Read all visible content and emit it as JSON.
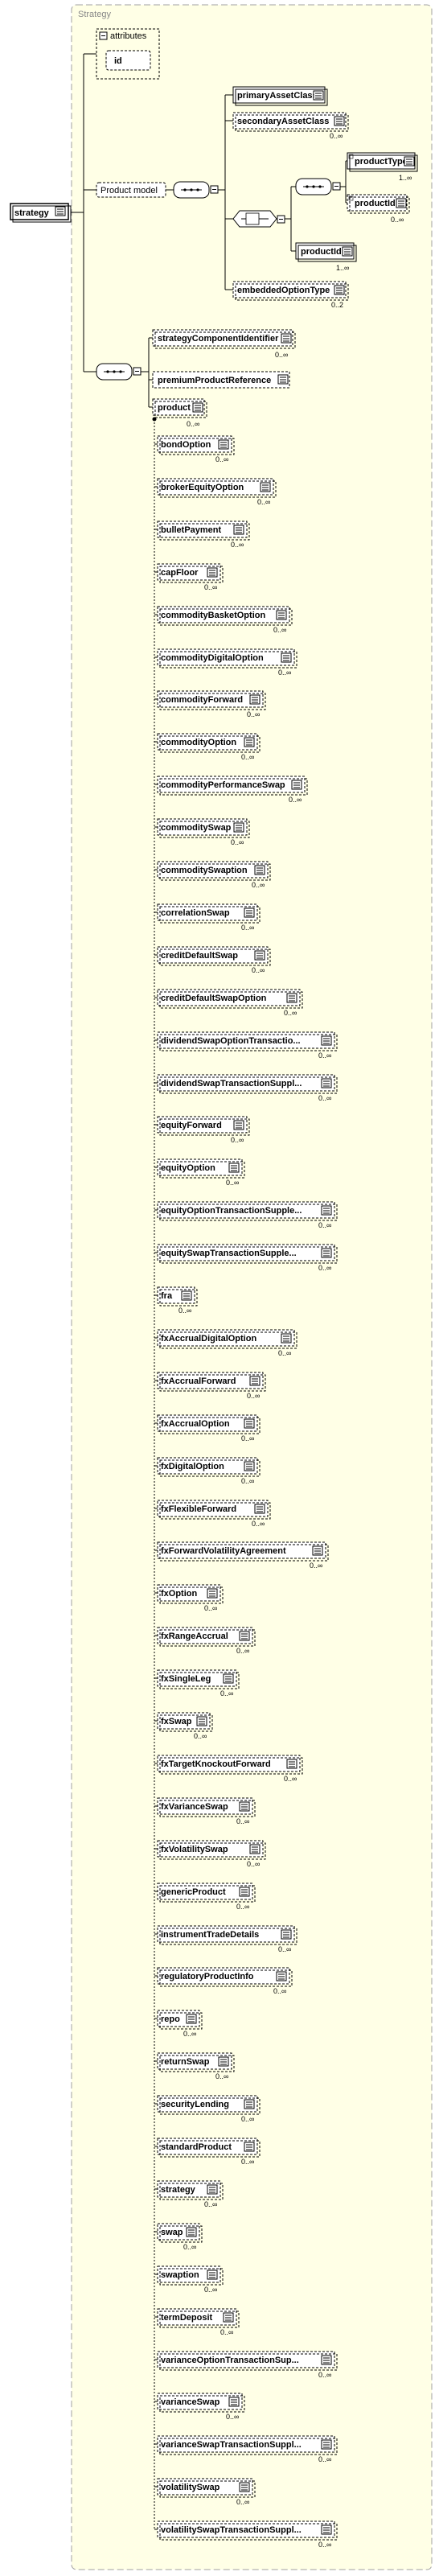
{
  "type_name": "Strategy",
  "attributes_label": "attributes",
  "root_element": "strategy",
  "group_label": "Product model",
  "attributes": [
    "id"
  ],
  "product_model_children": [
    {
      "name": "primaryAssetClass",
      "occurrence": ""
    },
    {
      "name": "secondaryAssetClass",
      "occurrence": "0..∞"
    }
  ],
  "choice_sequence_children": [
    {
      "name": "productType",
      "occurrence": "1..∞"
    },
    {
      "name": "productId",
      "occurrence": "0..∞"
    }
  ],
  "choice_direct_child": {
    "name": "productId",
    "occurrence": "1..∞"
  },
  "embedded": {
    "name": "embeddedOptionType",
    "occurrence": "0..2"
  },
  "strategy_sequence": [
    {
      "name": "strategyComponentIdentifier",
      "occurrence": "0..∞"
    },
    {
      "name": "premiumProductReference",
      "occurrence": ""
    },
    {
      "name": "product",
      "occurrence": "0..∞"
    }
  ],
  "product_substitutions": [
    {
      "name": "bondOption",
      "occurrence": "0..∞"
    },
    {
      "name": "brokerEquityOption",
      "occurrence": "0..∞"
    },
    {
      "name": "bulletPayment",
      "occurrence": "0..∞"
    },
    {
      "name": "capFloor",
      "occurrence": "0..∞"
    },
    {
      "name": "commodityBasketOption",
      "occurrence": "0..∞"
    },
    {
      "name": "commodityDigitalOption",
      "occurrence": "0..∞"
    },
    {
      "name": "commodityForward",
      "occurrence": "0..∞"
    },
    {
      "name": "commodityOption",
      "occurrence": "0..∞"
    },
    {
      "name": "commodityPerformanceSwap",
      "occurrence": "0..∞"
    },
    {
      "name": "commoditySwap",
      "occurrence": "0..∞"
    },
    {
      "name": "commoditySwaption",
      "occurrence": "0..∞"
    },
    {
      "name": "correlationSwap",
      "occurrence": "0..∞"
    },
    {
      "name": "creditDefaultSwap",
      "occurrence": "0..∞"
    },
    {
      "name": "creditDefaultSwapOption",
      "occurrence": "0..∞"
    },
    {
      "name": "dividendSwapOptionTransactio...",
      "occurrence": "0..∞"
    },
    {
      "name": "dividendSwapTransactionSuppl...",
      "occurrence": "0..∞"
    },
    {
      "name": "equityForward",
      "occurrence": "0..∞"
    },
    {
      "name": "equityOption",
      "occurrence": "0..∞"
    },
    {
      "name": "equityOptionTransactionSupple...",
      "occurrence": "0..∞"
    },
    {
      "name": "equitySwapTransactionSupple...",
      "occurrence": "0..∞"
    },
    {
      "name": "fra",
      "occurrence": "0..∞"
    },
    {
      "name": "fxAccrualDigitalOption",
      "occurrence": "0..∞"
    },
    {
      "name": "fxAccrualForward",
      "occurrence": "0..∞"
    },
    {
      "name": "fxAccrualOption",
      "occurrence": "0..∞"
    },
    {
      "name": "fxDigitalOption",
      "occurrence": "0..∞"
    },
    {
      "name": "fxFlexibleForward",
      "occurrence": "0..∞"
    },
    {
      "name": "fxForwardVolatilityAgreement",
      "occurrence": "0..∞"
    },
    {
      "name": "fxOption",
      "occurrence": "0..∞"
    },
    {
      "name": "fxRangeAccrual",
      "occurrence": "0..∞"
    },
    {
      "name": "fxSingleLeg",
      "occurrence": "0..∞"
    },
    {
      "name": "fxSwap",
      "occurrence": "0..∞"
    },
    {
      "name": "fxTargetKnockoutForward",
      "occurrence": "0..∞"
    },
    {
      "name": "fxVarianceSwap",
      "occurrence": "0..∞"
    },
    {
      "name": "fxVolatilitySwap",
      "occurrence": "0..∞"
    },
    {
      "name": "genericProduct",
      "occurrence": "0..∞"
    },
    {
      "name": "instrumentTradeDetails",
      "occurrence": "0..∞"
    },
    {
      "name": "regulatoryProductInfo",
      "occurrence": "0..∞"
    },
    {
      "name": "repo",
      "occurrence": "0..∞"
    },
    {
      "name": "returnSwap",
      "occurrence": "0..∞"
    },
    {
      "name": "securityLending",
      "occurrence": "0..∞"
    },
    {
      "name": "standardProduct",
      "occurrence": "0..∞"
    },
    {
      "name": "strategy",
      "occurrence": "0..∞"
    },
    {
      "name": "swap",
      "occurrence": "0..∞"
    },
    {
      "name": "swaption",
      "occurrence": "0..∞"
    },
    {
      "name": "termDeposit",
      "occurrence": "0..∞"
    },
    {
      "name": "varianceOptionTransactionSup...",
      "occurrence": "0..∞"
    },
    {
      "name": "varianceSwap",
      "occurrence": "0..∞"
    },
    {
      "name": "varianceSwapTransactionSuppl...",
      "occurrence": "0..∞"
    },
    {
      "name": "volatilitySwap",
      "occurrence": "0..∞"
    },
    {
      "name": "volatilitySwapTransactionSuppl...",
      "occurrence": "0..∞"
    }
  ],
  "colors": {
    "type_bg": "#ffffe6",
    "type_border": "#a0a0a0",
    "type_title": "#888888",
    "node_bg": "#ffffff",
    "line": "#000000"
  }
}
